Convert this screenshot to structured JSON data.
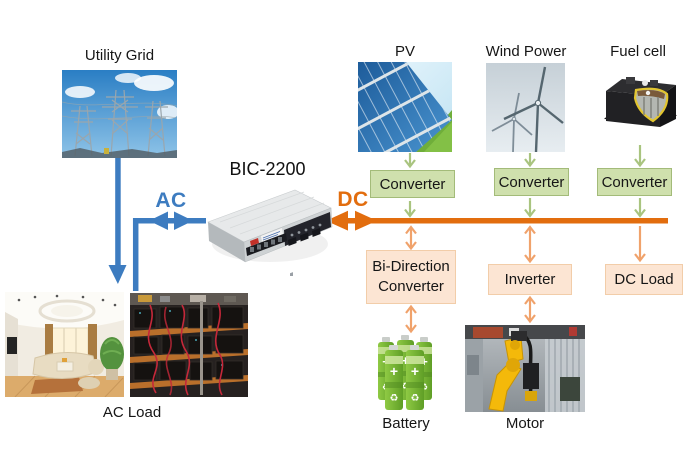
{
  "diagram": {
    "labels": {
      "utility_grid": "Utility Grid",
      "pv": "PV",
      "wind_power": "Wind Power",
      "fuel_cell": "Fuel cell",
      "bic_model": "BIC-2200",
      "ac": "AC",
      "dc": "DC",
      "ac_load": "AC Load",
      "battery": "Battery",
      "motor": "Motor"
    },
    "nodes": {
      "converter_pv": {
        "label": "Converter"
      },
      "converter_wind": {
        "label": "Converter"
      },
      "converter_fuel": {
        "label": "Converter"
      },
      "bi_direction_converter": {
        "label_line1": "Bi-Direction",
        "label_line2": "Converter"
      },
      "inverter": {
        "label": "Inverter"
      },
      "dc_load": {
        "label": "DC Load"
      }
    },
    "colors": {
      "ac_line": "#3d7cc0",
      "dc_bus": "#e26d0e",
      "dc_branch_arrow": "#f0a26b",
      "source_arrow": "#a9c47f",
      "converter_fill": "#cfe0ad",
      "converter_border": "#a3bb79",
      "dc_node_fill": "#fce5d3",
      "dc_node_border": "#f2cda9"
    }
  }
}
